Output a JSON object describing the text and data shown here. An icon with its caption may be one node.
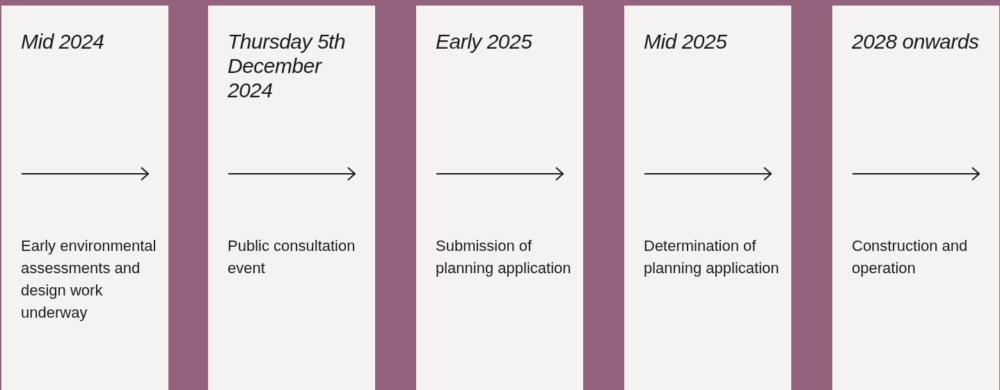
{
  "diagram": {
    "nodes": [
      {
        "text": [
          "Mid 2024",
          "Early environmental assessments and design work underway"
        ]
      },
      {
        "text": [
          "Thursday 5th December 2024",
          "Public consultation event"
        ]
      },
      {
        "text": [
          "Early 2025",
          "Submission of planning application"
        ]
      },
      {
        "text": [
          "Mid 2025",
          "Determination of planning application"
        ]
      },
      {
        "text": [
          "2028 onwards",
          "Construction and operation"
        ]
      }
    ]
  }
}
